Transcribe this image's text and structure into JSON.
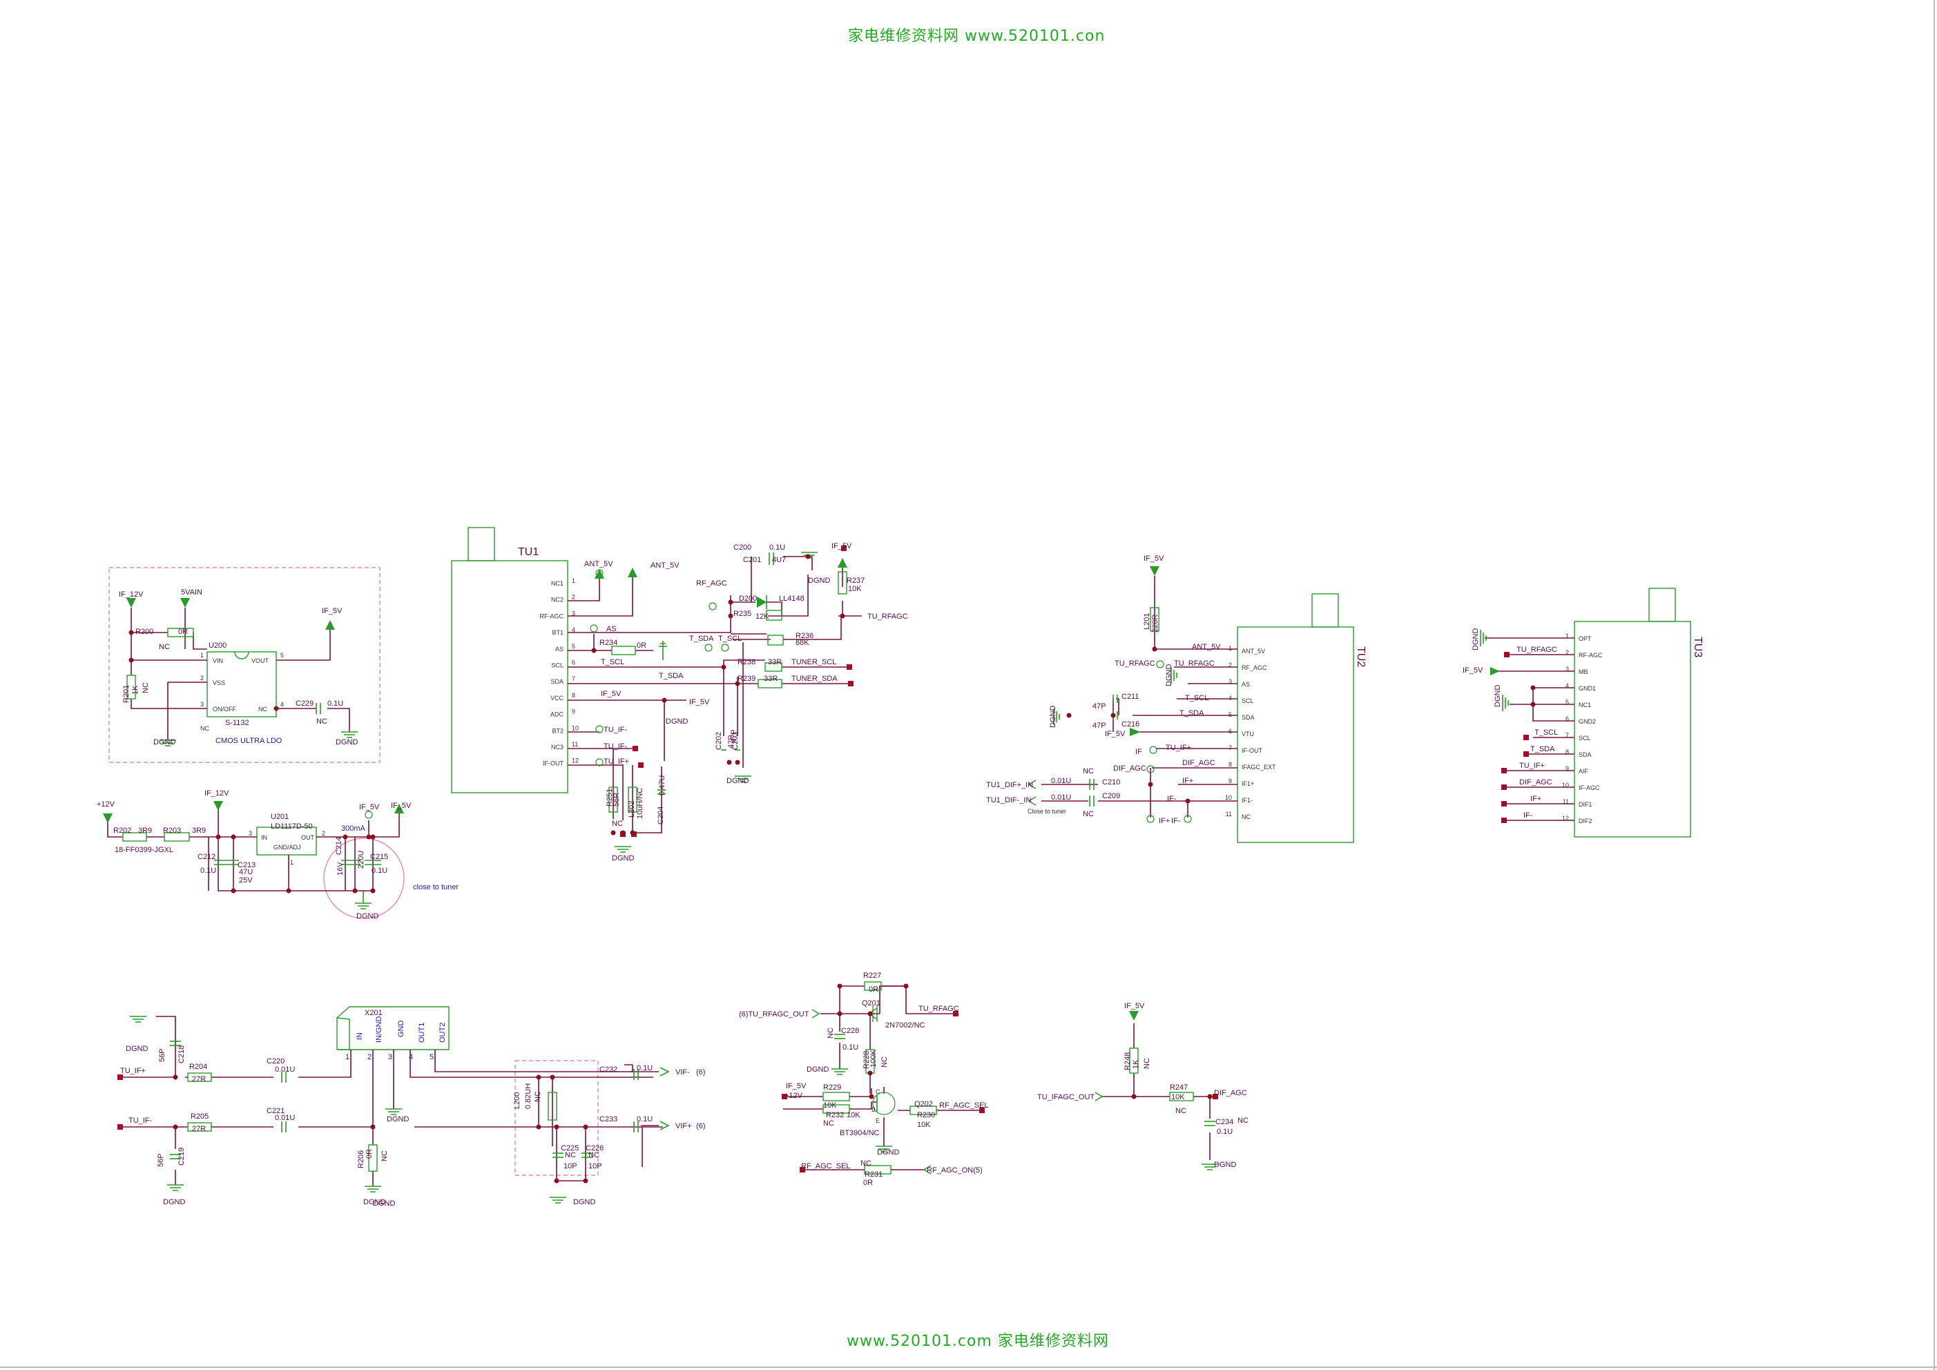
{
  "watermark": {
    "top": "家电维修资料网  www.520101.con",
    "bottom": "www.520101.com  家电维修资料网"
  },
  "colors": {
    "wire": "#7a1040",
    "component": "#2a9a2a",
    "dashed_region": "#e58aa8",
    "note": "#1a1aaa",
    "watermark": "#22aa22"
  },
  "ldo": {
    "nets": [
      "IF_12V",
      "5VAIN",
      "IF_5V",
      "DGND",
      "DGND"
    ],
    "parts": [
      "R200",
      "0R",
      "NC",
      "R201",
      "1K",
      "NC",
      "C229",
      "0.1U",
      "NC",
      "U200",
      "S-1132"
    ],
    "pins": [
      "VIN",
      "VSS",
      "ON/OFF",
      "VOUT",
      "NC",
      "1",
      "2",
      "3",
      "4",
      "5",
      "NC"
    ],
    "caption": "CMOS ULTRA LDO"
  },
  "reg": {
    "nets": [
      "+12V",
      "IF_12V",
      "IF_5V",
      "IF_5V",
      "DGND"
    ],
    "parts": [
      "R202",
      "3R9",
      "R203",
      "3R9",
      "18-FF0399-JGXL",
      "C212",
      "0.1U",
      "C213",
      "47U",
      "25V",
      "U201",
      "LD1117D-50",
      "C214",
      "16V",
      "220U",
      "C215",
      "0.1U"
    ],
    "pins": [
      "IN",
      "OUT",
      "GND/ADJ",
      "3",
      "2",
      "1"
    ],
    "current": "300mA",
    "note": "close to tuner"
  },
  "tu1": {
    "title": "TU1",
    "pins": [
      {
        "n": "1",
        "name": "NC1"
      },
      {
        "n": "2",
        "name": "NC2"
      },
      {
        "n": "3",
        "name": "RF-AGC"
      },
      {
        "n": "4",
        "name": "BT1"
      },
      {
        "n": "5",
        "name": "AS"
      },
      {
        "n": "6",
        "name": "SCL"
      },
      {
        "n": "7",
        "name": "SDA"
      },
      {
        "n": "8",
        "name": "VCC"
      },
      {
        "n": "9",
        "name": "ADC"
      },
      {
        "n": "10",
        "name": "BT2"
      },
      {
        "n": "11",
        "name": "NC3"
      },
      {
        "n": "12",
        "name": "IF-OUT"
      }
    ],
    "nets": [
      "ANT_5V",
      "ANT_5V",
      "RF_AGC",
      "IF_5V",
      "TU_RFAGC",
      "AS",
      "T_SDA",
      "T_SCL",
      "T_SCL",
      "T_SDA",
      "TUNER_SCL",
      "TUNER_SDA",
      "IF_5V",
      "IF_5V",
      "TU_IF-",
      "TU_IF-",
      "TU_IF+",
      "DGND",
      "DGND",
      "DGND",
      "DGND"
    ],
    "parts": [
      "C200",
      "0.1U",
      "C201",
      "4U7",
      "D200",
      "LL4148",
      "R235",
      "12K",
      "R237",
      "10K",
      "R236",
      "68K",
      "R234",
      "0R",
      "R238",
      "33R",
      "R239",
      "33R",
      "C202",
      "47P",
      "C203",
      "47P",
      "R251",
      "56R",
      "L202",
      "10uH/NC",
      "C204",
      "0.47U",
      "NC"
    ]
  },
  "tu2": {
    "title": "TU2",
    "pins": [
      {
        "n": "1",
        "name": "ANT_5V"
      },
      {
        "n": "2",
        "name": "RF_AGC"
      },
      {
        "n": "3",
        "name": "AS"
      },
      {
        "n": "4",
        "name": "SCL"
      },
      {
        "n": "5",
        "name": "SDA"
      },
      {
        "n": "6",
        "name": "VTU"
      },
      {
        "n": "7",
        "name": "IF-OUT"
      },
      {
        "n": "8",
        "name": "IFAGC_EXT"
      },
      {
        "n": "9",
        "name": "IF1+"
      },
      {
        "n": "10",
        "name": "IF1-"
      },
      {
        "n": "11",
        "name": "NC"
      }
    ],
    "nets": [
      "IF_5V",
      "ANT_5V",
      "TU_RFAGC",
      "TU_RFAGC",
      "DGND",
      "T_SCL",
      "T_SDA",
      "DGND",
      "IF_5V",
      "IF",
      "TU_IF+",
      "DIF_AGC",
      "DIF_AGC",
      "IF+",
      "IF-",
      "TU1_DIF+_IN",
      "TU1_DIF-_IN",
      "IF+",
      "IF-"
    ],
    "parts": [
      "L201",
      "220R",
      "C211",
      "47P",
      "C216",
      "47P",
      "C210",
      "0.01U",
      "NC",
      "C209",
      "0.01U",
      "NC"
    ],
    "note": "Close to tuner"
  },
  "tu3": {
    "title": "TU3",
    "pins": [
      {
        "n": "1",
        "name": "OPT"
      },
      {
        "n": "2",
        "name": "RF-AGC"
      },
      {
        "n": "3",
        "name": "MB"
      },
      {
        "n": "4",
        "name": "GND1"
      },
      {
        "n": "5",
        "name": "NC1"
      },
      {
        "n": "6",
        "name": "GND2"
      },
      {
        "n": "7",
        "name": "SCL"
      },
      {
        "n": "8",
        "name": "SDA"
      },
      {
        "n": "9",
        "name": "AIF"
      },
      {
        "n": "10",
        "name": "IF-AGC"
      },
      {
        "n": "11",
        "name": "DIF1"
      },
      {
        "n": "12",
        "name": "DIF2"
      }
    ],
    "nets": [
      "DGND",
      "TU_RFAGC",
      "IF_5V",
      "DGND",
      "T_SCL",
      "T_SDA",
      "TU_IF+",
      "DIF_AGC",
      "IF+",
      "IF-"
    ]
  },
  "saw": {
    "nets": [
      "DGND",
      "TU_IF+",
      "TU_IF-",
      "DGND",
      "DGND",
      "DGND",
      "DGND",
      "DGND",
      "VIF-",
      "VIF+"
    ],
    "parts": [
      "C218",
      "56P",
      "R204",
      "27R",
      "C220",
      "0.01U",
      "X201",
      "R205",
      "27R",
      "C221",
      "0.01U",
      "C219",
      "56P",
      "R206",
      "0R",
      "NC",
      "L200",
      "0.82UH",
      "NC",
      "C232",
      "0.1U",
      "C233",
      "0.1U",
      "C225",
      "NC",
      "10P",
      "C226",
      "NC",
      "10P"
    ],
    "pins": [
      "IN",
      "IN/GND",
      "GND",
      "OUT1",
      "OUT2",
      "1",
      "2",
      "3",
      "4",
      "5"
    ],
    "refs": [
      "(6)",
      "(6)"
    ]
  },
  "agc_sel": {
    "nets": [
      "(6)TU_RFAGC_OUT",
      "TU_RFAGC",
      "DGND",
      "IF_5V",
      "+12V",
      "RF_AGC_SEL",
      "DGND",
      "RF_AGC_SEL",
      "RF_AGC_ON(5)"
    ],
    "parts": [
      "R227",
      "0R",
      "Q201",
      "2N7002/NC",
      "C228",
      "0.1U",
      "NC",
      "R228",
      "100K",
      "NC",
      "R229",
      "10K",
      "R232",
      "10K",
      "NC",
      "BT3904/NC",
      "Q202",
      "R230",
      "10K",
      "NC",
      "R231",
      "0R",
      "NC"
    ],
    "pins": [
      "B",
      "C",
      "E"
    ]
  },
  "dif_agc": {
    "nets": [
      "IF_5V",
      "TU_IFAGC_OUT",
      "DIF_AGC",
      "DGND"
    ],
    "parts": [
      "R248",
      "1K",
      "NC",
      "R247",
      "10K",
      "NC",
      "C234",
      "0.1U",
      "NC"
    ]
  }
}
